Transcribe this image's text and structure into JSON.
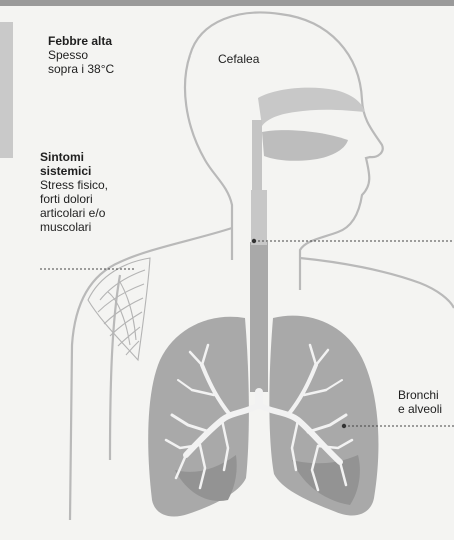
{
  "labels": {
    "fever": {
      "title": "Febbre alta",
      "body": "Spesso\nsopra i 38°C"
    },
    "headache": {
      "body": "Cefalea"
    },
    "systemic": {
      "title": "Sintomi\nsistemici",
      "body": "Stress fisico,\nforti dolori\narticolari e/o\nmuscolari"
    },
    "bronchi": {
      "body": "Bronchi\ne alveoli"
    }
  },
  "colors": {
    "outline": "#b9b9b9",
    "organ": "#a9a9a9",
    "organ_dark": "#8f8f8f",
    "airway_white": "#f2f2f2",
    "leader": "#444444"
  }
}
